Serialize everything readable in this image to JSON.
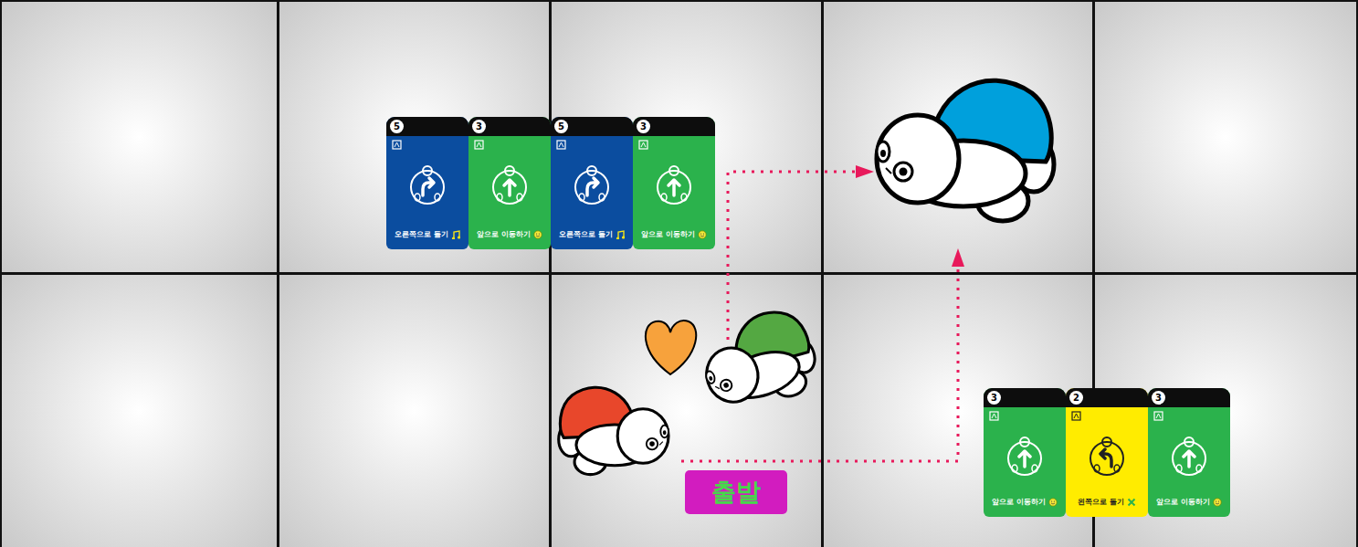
{
  "diagram": {
    "nodes": [
      {
        "text": [
          "5",
          "오른쪽으로 돌기"
        ]
      },
      {
        "text": [
          "3",
          "앞으로 이동하기"
        ]
      },
      {
        "text": [
          "5",
          "오른쪽으로 돌기"
        ]
      },
      {
        "text": [
          "3",
          "앞으로 이동하기"
        ]
      },
      {
        "text": [
          "3",
          "앞으로 이동하기"
        ]
      },
      {
        "text": [
          "2",
          "왼쪽으로 돌기"
        ]
      },
      {
        "text": [
          "3",
          "앞으로 이동하기"
        ]
      },
      {
        "text": [
          "출발"
        ]
      }
    ]
  }
}
